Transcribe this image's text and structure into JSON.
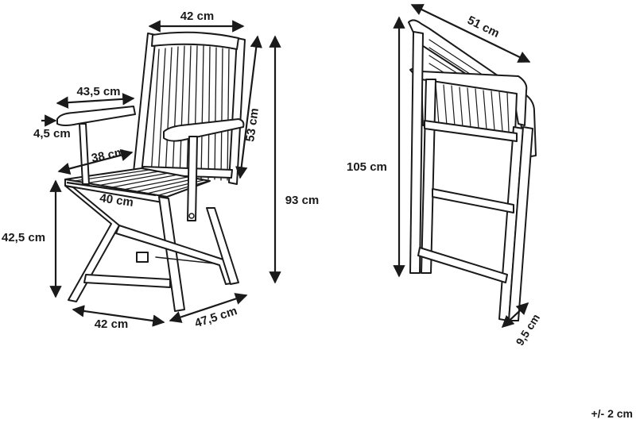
{
  "dimensions": {
    "open_back_width": "42 cm",
    "open_armrest_length": "43,5 cm",
    "open_armrest_thickness": "4,5 cm",
    "open_seat_depth": "38 cm",
    "open_seat_width": "40 cm",
    "open_back_height": "53 cm",
    "open_total_height": "93 cm",
    "open_seat_height": "42,5 cm",
    "open_base_width": "42 cm",
    "open_base_depth": "47,5 cm",
    "folded_width": "51 cm",
    "folded_height": "105 cm",
    "folded_depth": "9,5 cm"
  },
  "tolerance": "+/- 2 cm"
}
